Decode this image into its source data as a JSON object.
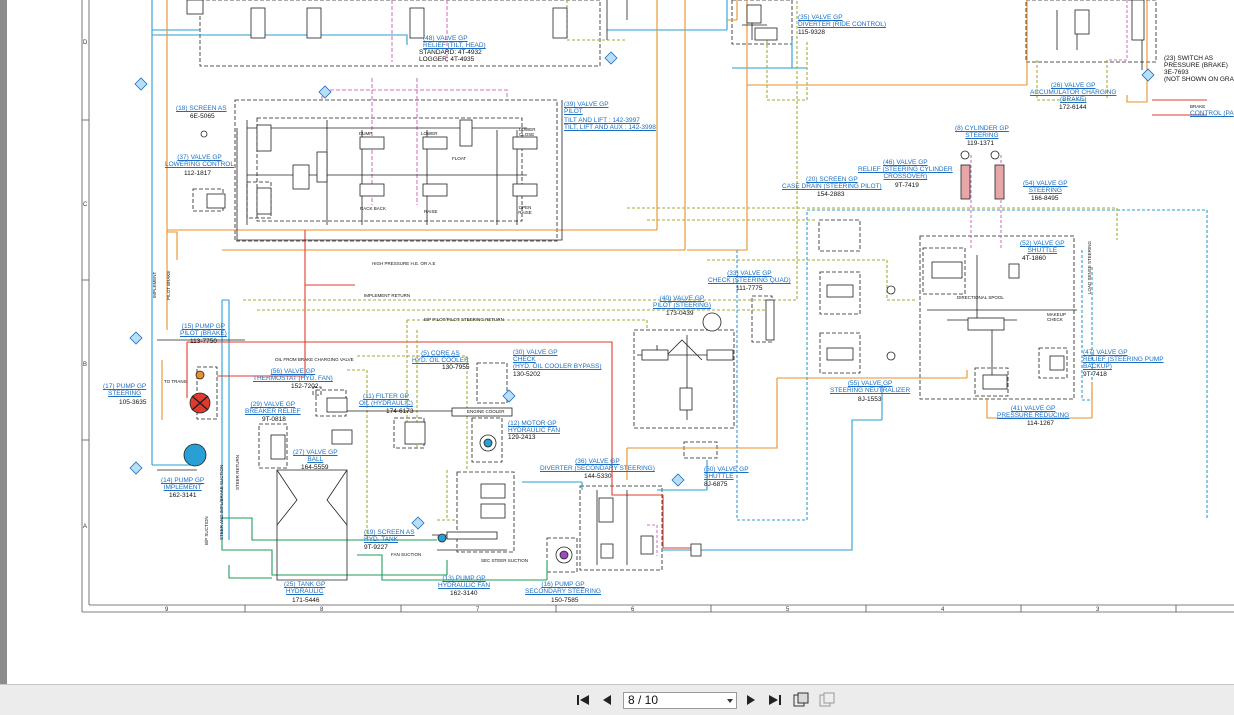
{
  "labels": {
    "l48": [
      "(48) VALVE GP",
      "RELIEF (TILT, HEAD)"
    ],
    "l48pn": [
      "STANDARD: 4T-4932",
      "LOGGER: 4T-4935"
    ],
    "l35": [
      "(35) VALVE GP",
      "DIVERTER (RIDE CONTROL)"
    ],
    "l35pn": "115-9328",
    "l26": [
      "(26) VALVE GP",
      "ACCUMULATOR CHARGING",
      "(BRAKE)"
    ],
    "l26pn": "172-6144",
    "l23": [
      "(23) SWITCH AS",
      "PRESSURE (BRAKE)",
      "3E-7693",
      "(NOT SHOWN ON GRA"
    ],
    "control": "CONTROL (PA",
    "l18": "(18) SCREEN AS",
    "l18pn": "6E-5065",
    "l37": [
      "(37) VALVE GP",
      "LOWERING CONTROL"
    ],
    "l37pn": "112-1817",
    "l39": [
      "(39) VALVE GP",
      "PILOT"
    ],
    "l39a": "TILT AND LIFT : 142-3997",
    "l39b": "TILT, LIFT AND AUX : 142-3998",
    "l8": [
      "(8) CYLINDER GP",
      "STEERING"
    ],
    "l8pn": "119-1371",
    "l46": [
      "(46) VALVE GP",
      "RELIEF (STEERING CYLINDER",
      "CROSSOVER)"
    ],
    "l46pn": "9T-7419",
    "l20": [
      "(20) SCREEN GP",
      "CASE DRAIN (STEERING PILOT)"
    ],
    "l20pn": "154-2883",
    "l54": [
      "(54) VALVE GP",
      "STEERING"
    ],
    "l54pn": "166-8495",
    "l52": [
      "(52) VALVE GP",
      "SHUTTLE"
    ],
    "l52pn": "4T-1860",
    "l33": [
      "(33) VALVE GP",
      "CHECK (STEERING QUAD)"
    ],
    "l33pn": "111-7775",
    "l40": [
      "(40) VALVE GP",
      "PILOT (STEERING)"
    ],
    "l40pn": "173-0439",
    "l15": [
      "(15) PUMP GP",
      "PILOT (BRAKE)"
    ],
    "l15pn": "113-7750",
    "l17": [
      "(17) PUMP GP",
      "STEERING"
    ],
    "l17pn": "105-3635",
    "l5": [
      "(5) CORE AS",
      "HYD. OIL COOLER"
    ],
    "l5pn": "130-7955",
    "l30": [
      "(30) VALVE GP",
      "CHECK",
      "(HYD. OIL COOLER BYPASS)"
    ],
    "l30pn": "130-5202",
    "l56": [
      "(56) VALVE GP",
      "THERMOSTAT (HYD. FAN)"
    ],
    "l56pn": "152-7202",
    "l29": [
      "(29) VALVE GP",
      "BREAKER RELIEF"
    ],
    "l29pn": "9T-0818",
    "l11": [
      "(11) FILTER GP",
      "OIL (HYDRAULIC)"
    ],
    "l11pn": "174-6173",
    "l12": [
      "(12) MOTOR GP",
      "HYDRAULIC FAN"
    ],
    "l12pn": "129-2413",
    "l27": [
      "(27) VALVE GP",
      "BALL"
    ],
    "l27pn": "164-5559",
    "l14": [
      "(14) PUMP GP",
      "IMPLEMENT"
    ],
    "l14pn": "162-3141",
    "l55": [
      "(55) VALVE GP",
      "STEERING NEUTRALIZER"
    ],
    "l55pn": "8J-1553",
    "l41": [
      "(41) VALVE GP",
      "PRESSURE REDUCING"
    ],
    "l41pn": "114-1267",
    "l47": [
      "(47) VALVE GP",
      "RELIEF (STEERING PUMP",
      "BACKUP)"
    ],
    "l47pn": "9T-7418",
    "l36": [
      "(36) VALVE GP",
      "DIVERTER (SECONDARY STEERING)"
    ],
    "l36pn": "144-5330",
    "l50": [
      "(50) VALVE GP",
      "SHUTTLE"
    ],
    "l50pn": "8J-6875",
    "l19": [
      "(19) SCREEN AS",
      "HYD. TANK"
    ],
    "l19pn": "9T-9227",
    "l25": [
      "(25) TANK GP",
      "HYDRAULIC"
    ],
    "l25pn": "171-5446",
    "l13": [
      "(13) PUMP GP",
      "HYDRAULIC FAN"
    ],
    "l13pn": "162-3140",
    "l16": [
      "(16) PUMP GP",
      "SECONDARY STEERING"
    ],
    "l16pn": "150-7585"
  },
  "tiny": {
    "dump": "DUMP",
    "lower": "LOWER",
    "lowerclose": "LOWER CLOSE",
    "float": "FLOAT",
    "rackback": "RACK BACK",
    "raise": "RAISE",
    "openraise": "OPEN RAISE",
    "highpressure": "HIGH PRESSURE  H.E. OR A.E",
    "implreturn": "IMPLEMENT RETURN",
    "bpilot": "B/P PILOT/PILOT STEERING RETURN",
    "oilbrake": "OIL FROM BRAKE CHARGING VALVE",
    "totrans": "TO TRANS.",
    "enginecooler": "ENGINE COOLER",
    "fansuction": "FAN SUCTION",
    "secsuction": "SEC STEER SUCTION",
    "directional": "DIRECTIONAL SPOOL",
    "makeup": "MAKEUP CHECK",
    "loadsense": "LOAD SENSE STEERING",
    "implement": "IMPLEMENT",
    "pilotbrake": "PILOT BRAKE",
    "steerreturn": "STEER RETURN",
    "steerimpl": "STEER AND IMPL/BRAKE SUCTION",
    "bpsuction": "B/P SUCTION",
    "brake": "BRAKE"
  },
  "grid": {
    "rows": [
      "D",
      "C",
      "B",
      "A"
    ],
    "cols": [
      "9",
      "8",
      "7",
      "6",
      "5",
      "4",
      "3"
    ]
  },
  "toolbar": {
    "page_display": "8 / 10",
    "first_icon": "first-page-icon",
    "prev_icon": "previous-page-icon",
    "next_icon": "next-page-icon",
    "last_icon": "last-page-icon",
    "fit_page_icon": "fit-page-icon",
    "fit_width_icon": "fit-width-icon"
  },
  "colors": {
    "blue": "#2a9fd6",
    "orange": "#e8912a",
    "red": "#e03a2f",
    "green": "#1f9e5a",
    "olive": "#a8a836",
    "pink": "#d276c0",
    "link": "#1a6fc4"
  }
}
